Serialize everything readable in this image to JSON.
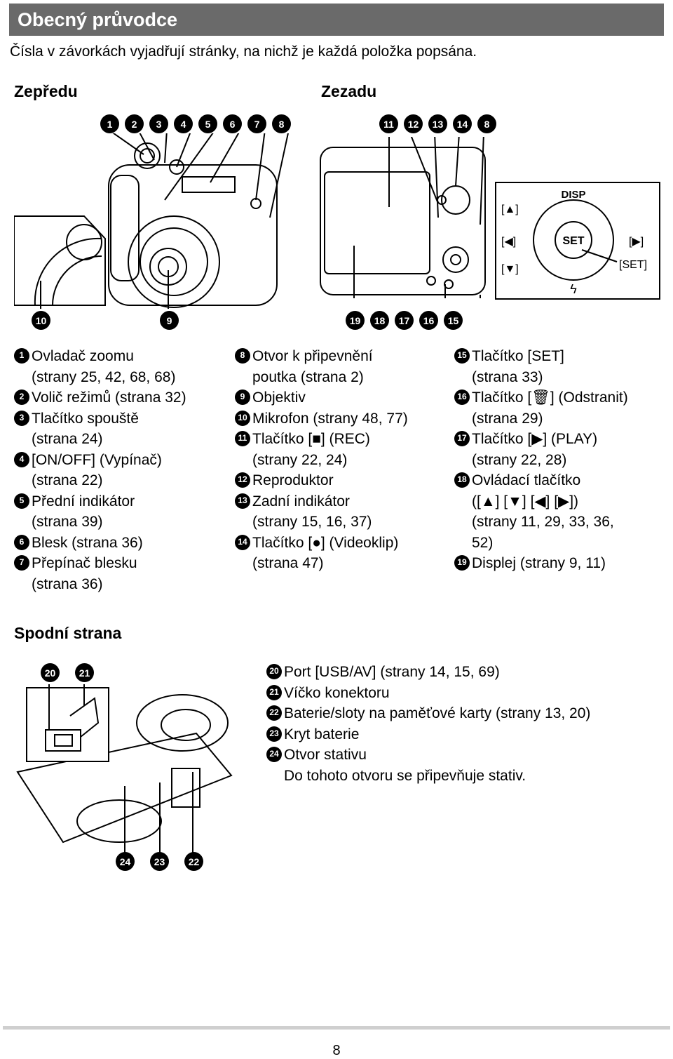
{
  "header": {
    "title": "Obecný průvodce"
  },
  "intro": "Čísla v závorkách vyjadřují stránky, na nichž je každá položka popsána.",
  "front": {
    "label": "Zepředu",
    "top_numbers": [
      "1",
      "2",
      "3",
      "4",
      "5",
      "6",
      "7",
      "8"
    ],
    "bottom_numbers": [
      "10",
      "9"
    ]
  },
  "back": {
    "label": "Zezadu",
    "top_numbers": [
      "11",
      "12",
      "13",
      "14",
      "8"
    ],
    "bottom_numbers": [
      "19",
      "18",
      "17",
      "16",
      "15"
    ],
    "dial": {
      "disp": "DISP",
      "set": "SET",
      "up": "[▲]",
      "left": "[◀]",
      "right": "[▶]",
      "down": "[▼]",
      "set_label": "[SET]",
      "flash": "ϟ"
    }
  },
  "bottom": {
    "label": "Spodní strana",
    "top_numbers": [
      "20",
      "21"
    ],
    "bottom_numbers": [
      "24",
      "23",
      "22"
    ]
  },
  "col1": [
    {
      "n": "1",
      "text": "Ovladač zoomu\n(strany 25, 42, 68, 68)"
    },
    {
      "n": "2",
      "text": "Volič režimů (strana 32)"
    },
    {
      "n": "3",
      "text": "Tlačítko spouště\n(strana 24)"
    },
    {
      "n": "4",
      "text": "[ON/OFF] (Vypínač)\n(strana 22)"
    },
    {
      "n": "5",
      "text": "Přední indikátor\n(strana 39)"
    },
    {
      "n": "6",
      "text": "Blesk (strana 36)"
    },
    {
      "n": "7",
      "text": "Přepínač blesku\n(strana 36)"
    }
  ],
  "col2": [
    {
      "n": "8",
      "text": "Otvor k připevnění\npoutka (strana 2)"
    },
    {
      "n": "9",
      "text": "Objektiv"
    },
    {
      "n": "10",
      "text": "Mikrofon (strany 48, 77)"
    },
    {
      "n": "11",
      "text": "Tlačítko [■] (REC)\n(strany 22, 24)"
    },
    {
      "n": "12",
      "text": "Reproduktor"
    },
    {
      "n": "13",
      "text": "Zadní indikátor\n(strany 15, 16, 37)"
    },
    {
      "n": "14",
      "text": "Tlačítko [●] (Videoklip)\n(strana 47)"
    }
  ],
  "col3": [
    {
      "n": "15",
      "text": "Tlačítko [SET]\n(strana 33)"
    },
    {
      "n": "16",
      "text": "Tlačítko [🗑] (Odstranit)\n(strana 29)"
    },
    {
      "n": "17",
      "text": "Tlačítko [▶] (PLAY)\n(strany 22, 28)"
    },
    {
      "n": "18",
      "text": "Ovládací tlačítko\n([▲] [▼] [◀] [▶])\n(strany 11, 29, 33, 36,\n52)"
    },
    {
      "n": "19",
      "text": "Displej (strany 9, 11)"
    }
  ],
  "col4": [
    {
      "n": "20",
      "text": "Port [USB/AV] (strany 14, 15, 69)"
    },
    {
      "n": "21",
      "text": "Víčko konektoru"
    },
    {
      "n": "22",
      "text": "Baterie/sloty na paměťové karty (strany 13, 20)"
    },
    {
      "n": "23",
      "text": "Kryt baterie"
    },
    {
      "n": "24",
      "text": "Otvor stativu\nDo tohoto otvoru se připevňuje stativ."
    }
  ],
  "page_number": "8"
}
